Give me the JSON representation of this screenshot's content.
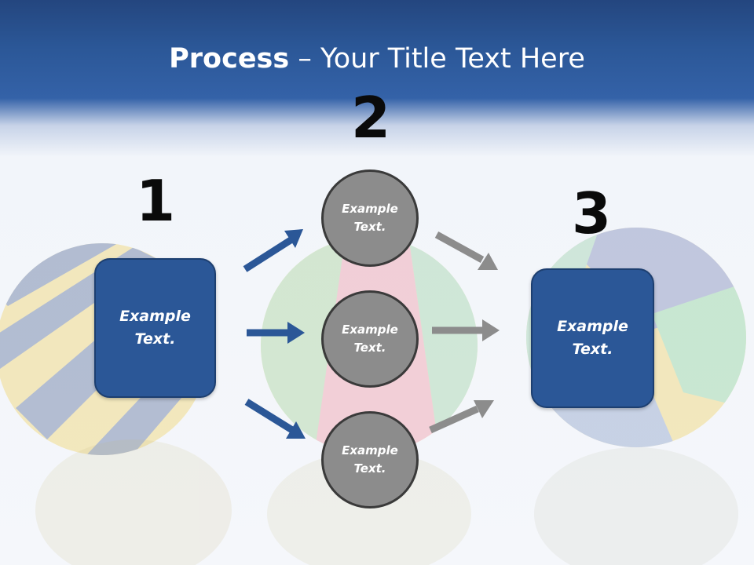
{
  "title": {
    "strong": "Process",
    "rest": " – Your Title Text Here"
  },
  "steps": [
    {
      "number": "1",
      "text": "Example Text."
    },
    {
      "number": "2",
      "text": "Example Text."
    },
    {
      "number": "3",
      "text": "Example Text."
    }
  ],
  "circles": [
    {
      "text": "Example Text."
    },
    {
      "text": "Example Text."
    },
    {
      "text": "Example Text."
    }
  ],
  "colors": {
    "header_blue": "#2b5797",
    "box_blue": "#2b5797",
    "circle_gray": "#8c8c8c",
    "arrow_blue": "#2b5797",
    "arrow_gray": "#8c8c8c"
  }
}
